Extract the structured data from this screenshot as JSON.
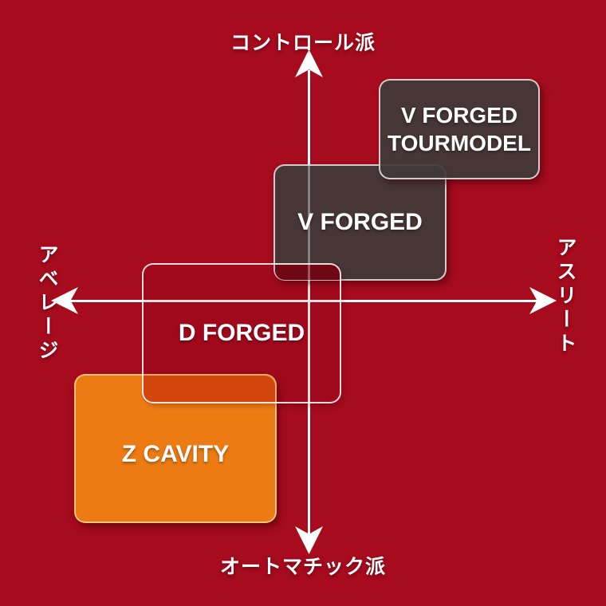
{
  "page": {
    "background_color": "#a60b1e",
    "description_labels_language": "Japanese"
  },
  "axes": {
    "top_label": "コントロール派",
    "bottom_label": "オートマチック派",
    "left_label": "アベレージ",
    "right_label": "アスリート",
    "line_color": "#ffffff"
  },
  "boxes": [
    {
      "id": "v-forged-tourmodel",
      "label": "V FORGED\nTOURMODEL",
      "fill": "#3e3a38",
      "border": "#ffffff",
      "text_color": "#ffffff",
      "position": "upper-right"
    },
    {
      "id": "v-forged",
      "label": "V FORGED",
      "fill": "#3e3a38",
      "border": "#ffffff",
      "text_color": "#ffffff",
      "position": "upper-center"
    },
    {
      "id": "d-forged",
      "label": "D FORGED",
      "fill": "transparent",
      "border": "#ffffff",
      "text_color": "#ffffff",
      "position": "center-left"
    },
    {
      "id": "z-cavity",
      "label": "Z CAVITY",
      "fill": "#ed7b13",
      "border": "#ffd696",
      "text_color": "#ffffff",
      "position": "lower-left"
    }
  ],
  "overlaps": [
    {
      "id": "v-forged-x-d-forged",
      "color": "#6e0a15"
    },
    {
      "id": "z-cavity-x-d-forged",
      "color": "#e0500e"
    }
  ]
}
